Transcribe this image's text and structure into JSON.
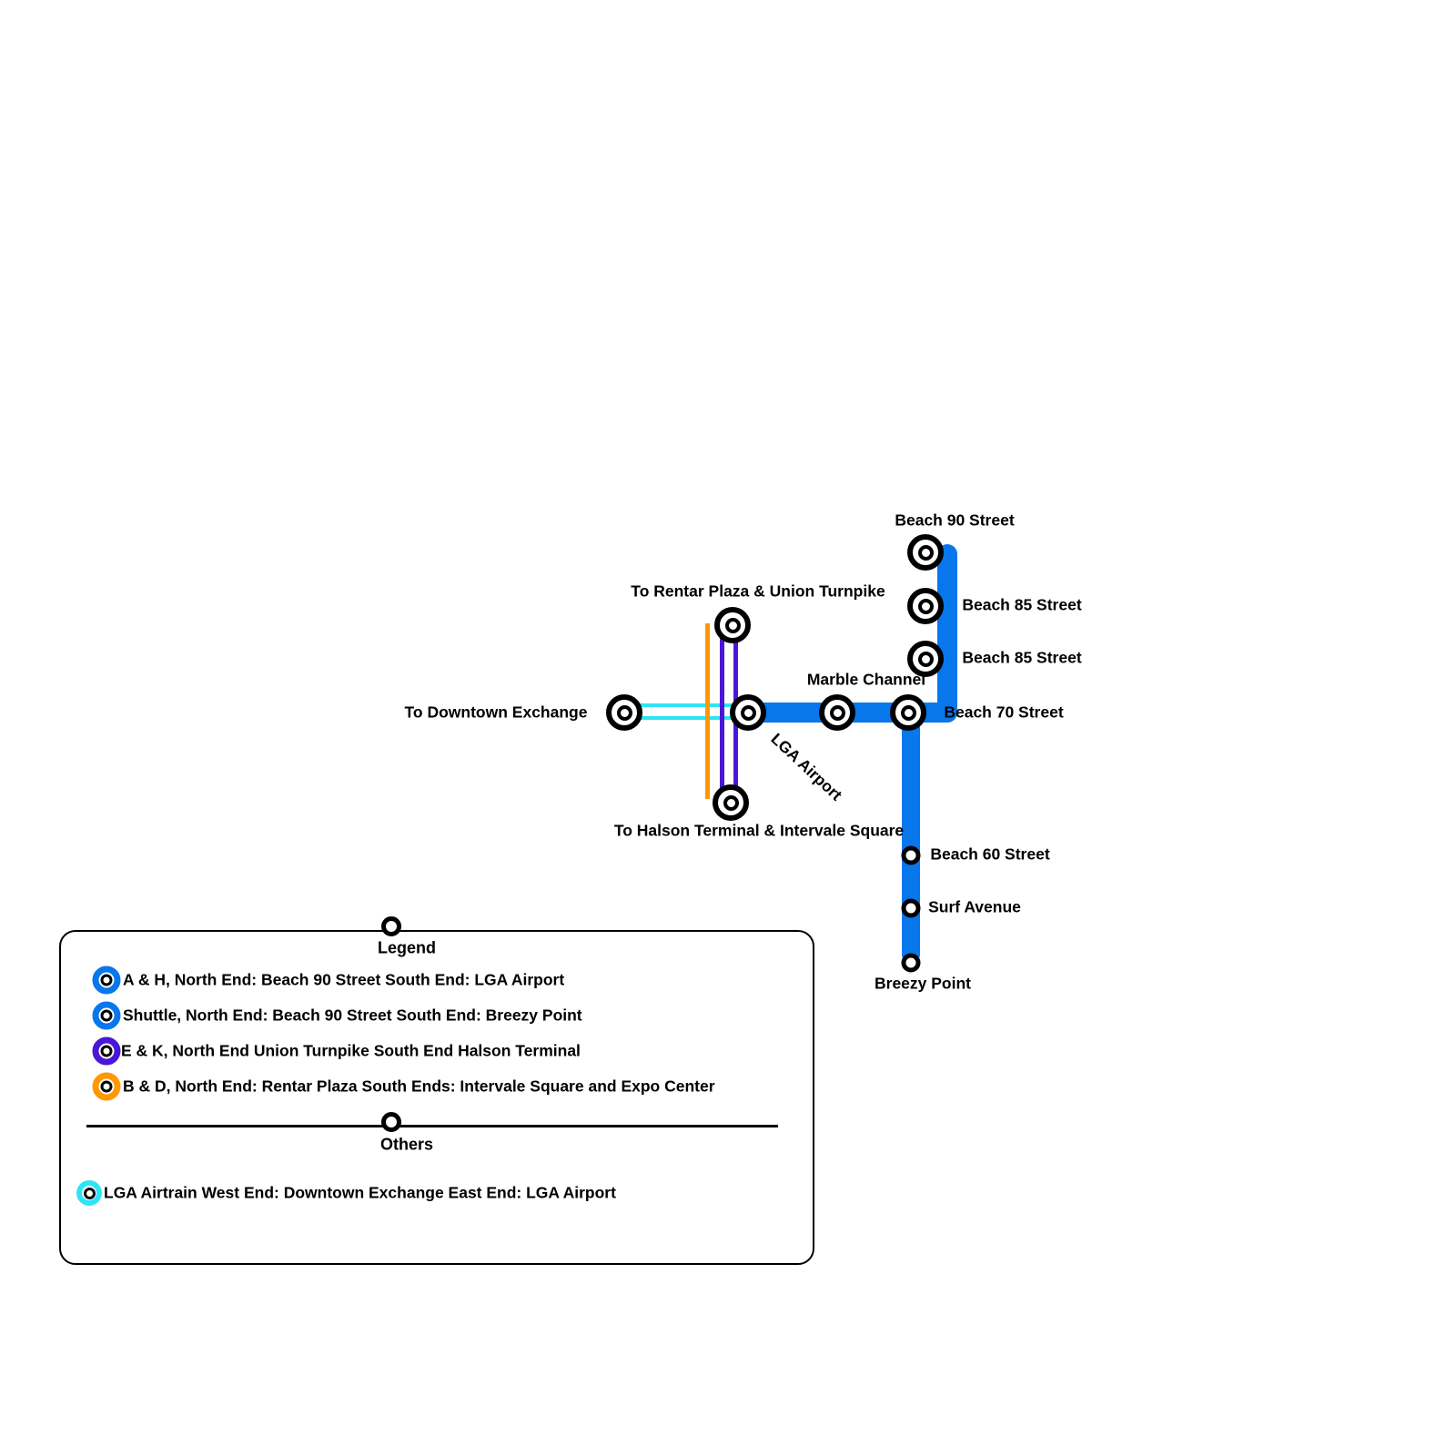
{
  "colors": {
    "blue": "#0877EC",
    "cyan": "#2EE4F4",
    "orange": "#FF9800",
    "indigo": "#4A17D8"
  },
  "map": {
    "stations": [
      {
        "name": "Beach 90 Street"
      },
      {
        "name": "Beach 85 Street"
      },
      {
        "name": "Beach 85 Street"
      },
      {
        "name": "Beach 70 Street"
      },
      {
        "name": "Marble Channel"
      },
      {
        "name": "LGA Airport"
      },
      {
        "name": "To Rentar Plaza & Union Turnpike"
      },
      {
        "name": "To Halson Terminal & Intervale Square"
      },
      {
        "name": "To Downtown Exchange"
      },
      {
        "name": "Beach 60 Street"
      },
      {
        "name": "Surf Avenue"
      },
      {
        "name": "Breezy Point"
      }
    ]
  },
  "legend": {
    "title": "Legend",
    "items": [
      {
        "label": "A & H, North End: Beach 90 Street South End: LGA Airport"
      },
      {
        "label": "Shuttle, North End: Beach 90 Street South End: Breezy Point"
      },
      {
        "label": "E & K, North End Union Turnpike South End Halson Terminal"
      },
      {
        "label": "B & D, North End: Rentar Plaza South Ends: Intervale Square and Expo Center"
      }
    ],
    "others_title": "Others",
    "others_items": [
      {
        "label": "LGA Airtrain West End: Downtown Exchange East End: LGA Airport"
      }
    ]
  }
}
